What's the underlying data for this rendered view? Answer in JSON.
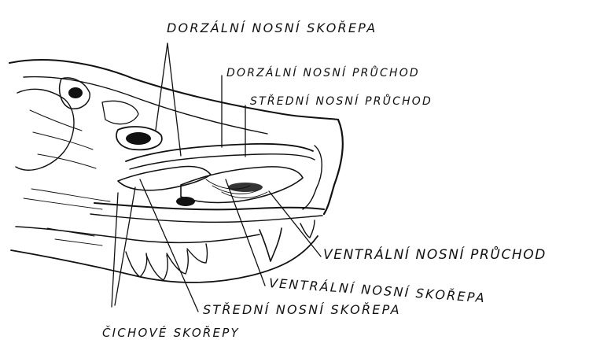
{
  "colors": {
    "ink": "#111111",
    "paper": "#ffffff",
    "shade": "#333333"
  },
  "labels": {
    "dorzalni_nosni_skorepa": "DORZÁLNÍ NOSNÍ SKOŘEPA",
    "dorzalni_nosni_pruchod": "DORZÁLNÍ NOSNÍ PRŮCHOD",
    "stredni_nosni_pruchod": "STŘEDNÍ NOSNÍ PRŮCHOD",
    "ventralni_nosni_pruchod": "VENTRÁLNÍ NOSNÍ PRŮCHOD",
    "ventralni_nosni_skorepa": "VENTRÁLNÍ NOSNÍ SKOŘEPA",
    "stredni_nosni_skorepa": "STŘEDNÍ NOSNÍ SKOŘEPA",
    "cichove_skorepy": "ČICHOVÉ SKOŘEPY"
  }
}
